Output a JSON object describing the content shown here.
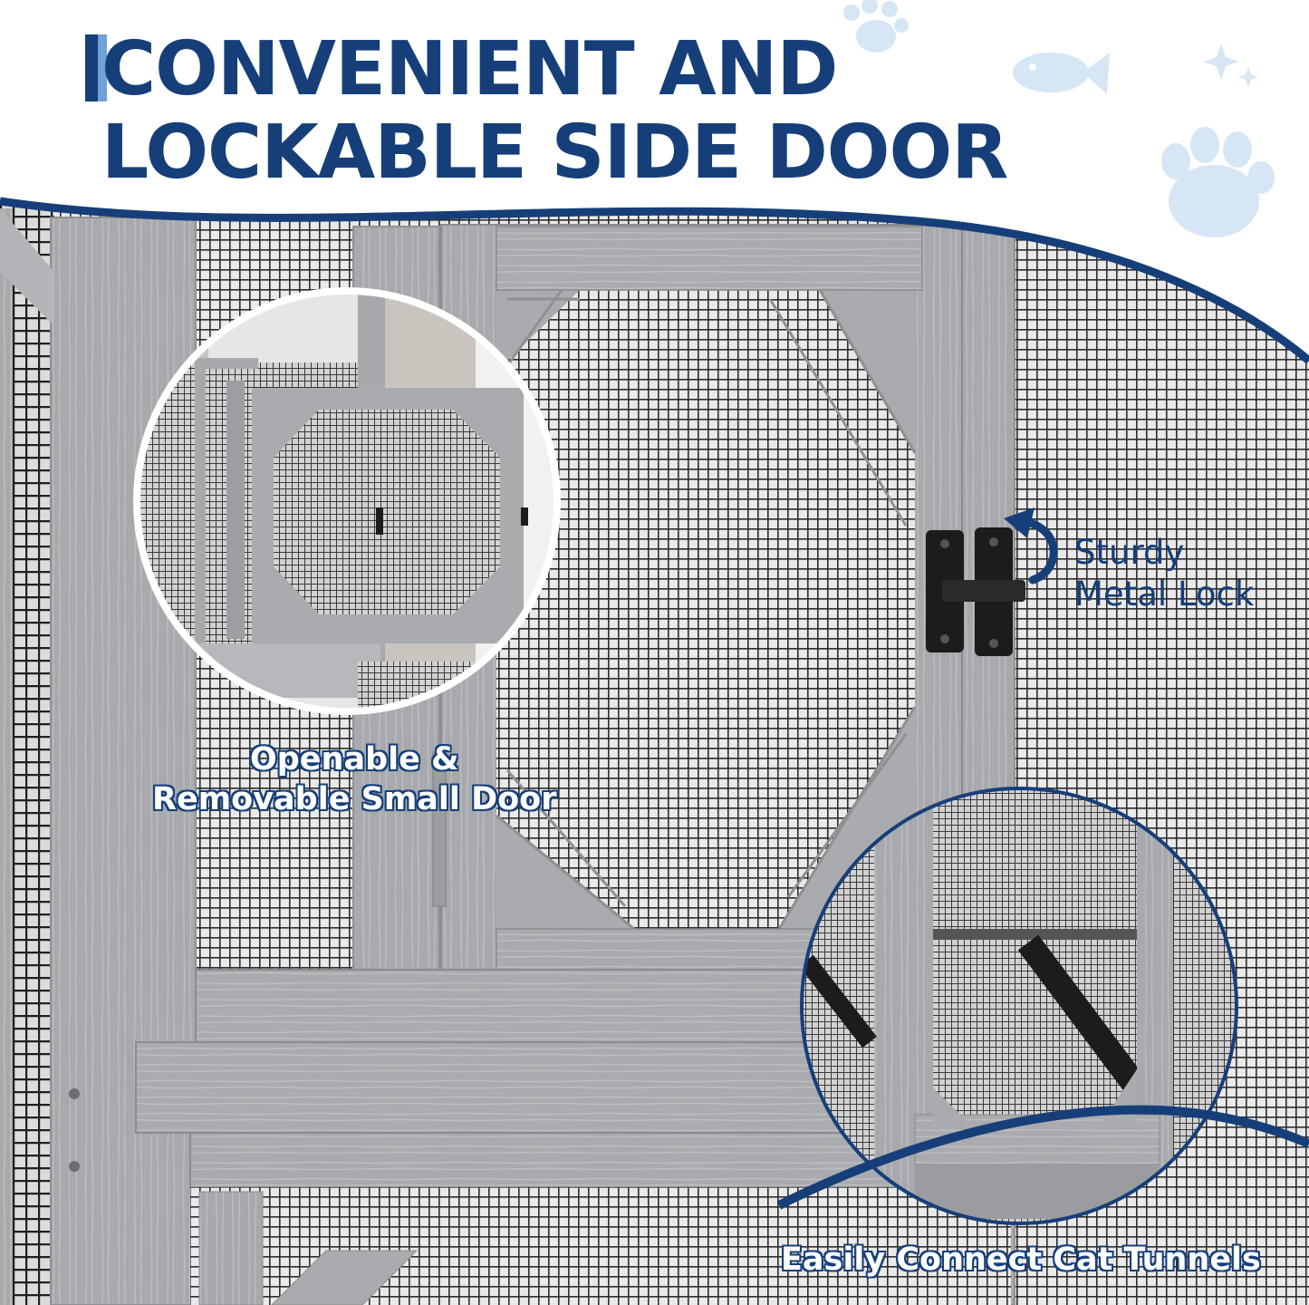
{
  "headline": {
    "line1": "CONVENIENT AND",
    "line2": "LOCKABLE SIDE DOOR"
  },
  "callouts": {
    "small_door_line1": "Openable &",
    "small_door_line2": "Removable Small Door",
    "lock_line1": "Sturdy",
    "lock_line2": "Metal Lock",
    "tunnels": "Easily Connect Cat Tunnels"
  },
  "colors": {
    "brand_navy": "#163f7a",
    "accent_light_blue": "#6fa1d8",
    "decor_pale_blue": "#d6e6f5",
    "wood_gray": "#a9abae",
    "mesh_dark": "#2b2b2b",
    "lock_black": "#1c1c1c"
  },
  "decor_icons": [
    "paw-print-icon",
    "fish-icon",
    "sparkle-icon",
    "paw-print-icon"
  ]
}
